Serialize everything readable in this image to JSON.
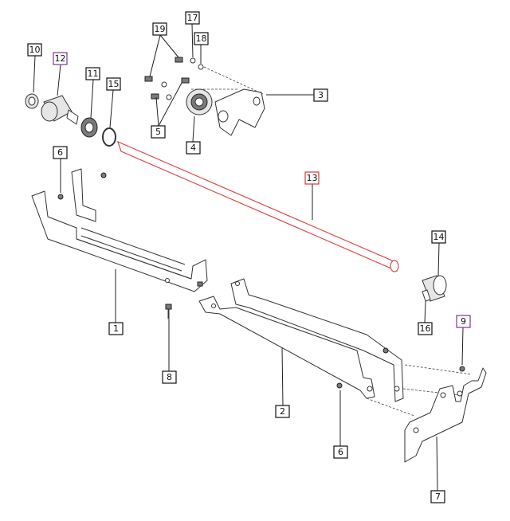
{
  "colors": {
    "default_label": "#111111",
    "purple_label": "#7a3a8a",
    "red_label": "#d43a3a",
    "highlight_shaft": "#e04848"
  },
  "callouts": [
    {
      "id": "10",
      "color": "default"
    },
    {
      "id": "12",
      "color": "purple"
    },
    {
      "id": "11",
      "color": "default"
    },
    {
      "id": "15",
      "color": "default"
    },
    {
      "id": "19",
      "color": "default"
    },
    {
      "id": "17",
      "color": "default"
    },
    {
      "id": "18",
      "color": "default"
    },
    {
      "id": "3",
      "color": "default"
    },
    {
      "id": "5",
      "color": "default"
    },
    {
      "id": "4",
      "color": "default"
    },
    {
      "id": "6",
      "color": "default"
    },
    {
      "id": "13",
      "color": "red"
    },
    {
      "id": "14",
      "color": "default"
    },
    {
      "id": "16",
      "color": "default"
    },
    {
      "id": "9",
      "color": "purple"
    },
    {
      "id": "1",
      "color": "default"
    },
    {
      "id": "8",
      "color": "default"
    },
    {
      "id": "2",
      "color": "default"
    },
    {
      "id": "6",
      "color": "default"
    },
    {
      "id": "7",
      "color": "default"
    }
  ]
}
